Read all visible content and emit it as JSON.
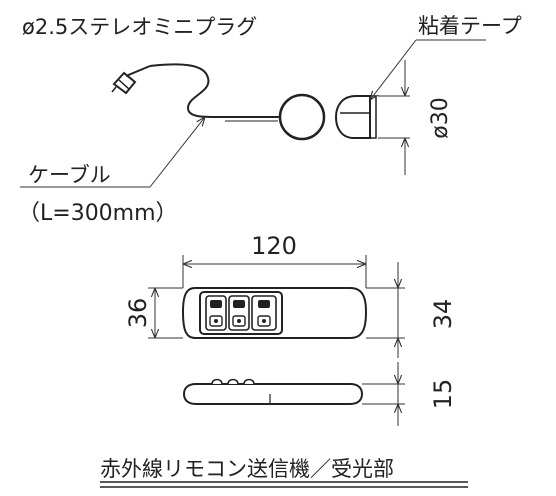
{
  "labels": {
    "plug": "ø2.5ステレオミニプラグ",
    "tape": "粘着テープ",
    "sensor_dia": "ø30",
    "cable": "ケーブル",
    "cable_len": "（L=300mm）",
    "width": "120",
    "height_left": "36",
    "height_right": "34",
    "thickness": "15",
    "caption": "赤外線リモコン送信機／受光部"
  }
}
